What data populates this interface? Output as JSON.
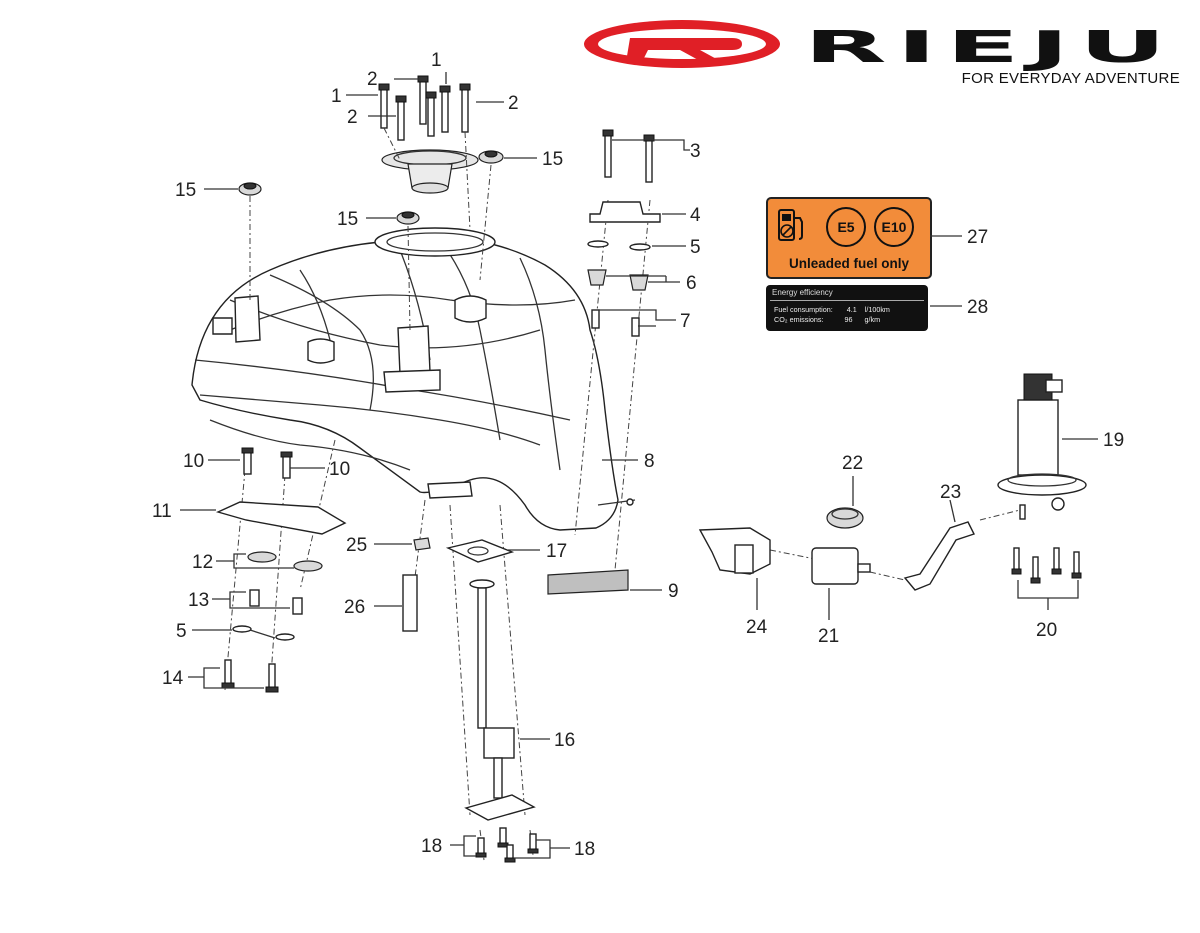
{
  "brand": {
    "name": "RIEJU",
    "tagline": "FOR EVERYDAY ADVENTURE",
    "colors": {
      "logo_red": "#e01f26",
      "text_black": "#111111"
    }
  },
  "labels": {
    "fuel": {
      "background_color": "#f28c3a",
      "icons": [
        "fuel-pump-icon"
      ],
      "badges": [
        "E5",
        "E10"
      ],
      "text": "Unleaded fuel only"
    },
    "energy": {
      "title": "Energy efficiency",
      "rows": [
        {
          "label": "Fuel consumption:",
          "value": "4.1",
          "unit": "l/100km"
        },
        {
          "label": "CO₂ emissions:",
          "value": "96",
          "unit": "g/km"
        }
      ]
    }
  },
  "callouts": [
    {
      "id": "c1a",
      "text": "1"
    },
    {
      "id": "c1b",
      "text": "1"
    },
    {
      "id": "c2a",
      "text": "2"
    },
    {
      "id": "c2b",
      "text": "2"
    },
    {
      "id": "c2c",
      "text": "2"
    },
    {
      "id": "c3",
      "text": "3"
    },
    {
      "id": "c4",
      "text": "4"
    },
    {
      "id": "c5a",
      "text": "5"
    },
    {
      "id": "c5b",
      "text": "5"
    },
    {
      "id": "c6",
      "text": "6"
    },
    {
      "id": "c7",
      "text": "7"
    },
    {
      "id": "c8",
      "text": "8"
    },
    {
      "id": "c9",
      "text": "9"
    },
    {
      "id": "c10a",
      "text": "10"
    },
    {
      "id": "c10b",
      "text": "10"
    },
    {
      "id": "c11",
      "text": "11"
    },
    {
      "id": "c12",
      "text": "12"
    },
    {
      "id": "c13",
      "text": "13"
    },
    {
      "id": "c14",
      "text": "14"
    },
    {
      "id": "c15a",
      "text": "15"
    },
    {
      "id": "c15b",
      "text": "15"
    },
    {
      "id": "c15c",
      "text": "15"
    },
    {
      "id": "c16",
      "text": "16"
    },
    {
      "id": "c17",
      "text": "17"
    },
    {
      "id": "c18a",
      "text": "18"
    },
    {
      "id": "c18b",
      "text": "18"
    },
    {
      "id": "c19",
      "text": "19"
    },
    {
      "id": "c20",
      "text": "20"
    },
    {
      "id": "c21",
      "text": "21"
    },
    {
      "id": "c22",
      "text": "22"
    },
    {
      "id": "c23",
      "text": "23"
    },
    {
      "id": "c24",
      "text": "24"
    },
    {
      "id": "c25",
      "text": "25"
    },
    {
      "id": "c26",
      "text": "26"
    },
    {
      "id": "c27",
      "text": "27"
    },
    {
      "id": "c28",
      "text": "28"
    }
  ]
}
